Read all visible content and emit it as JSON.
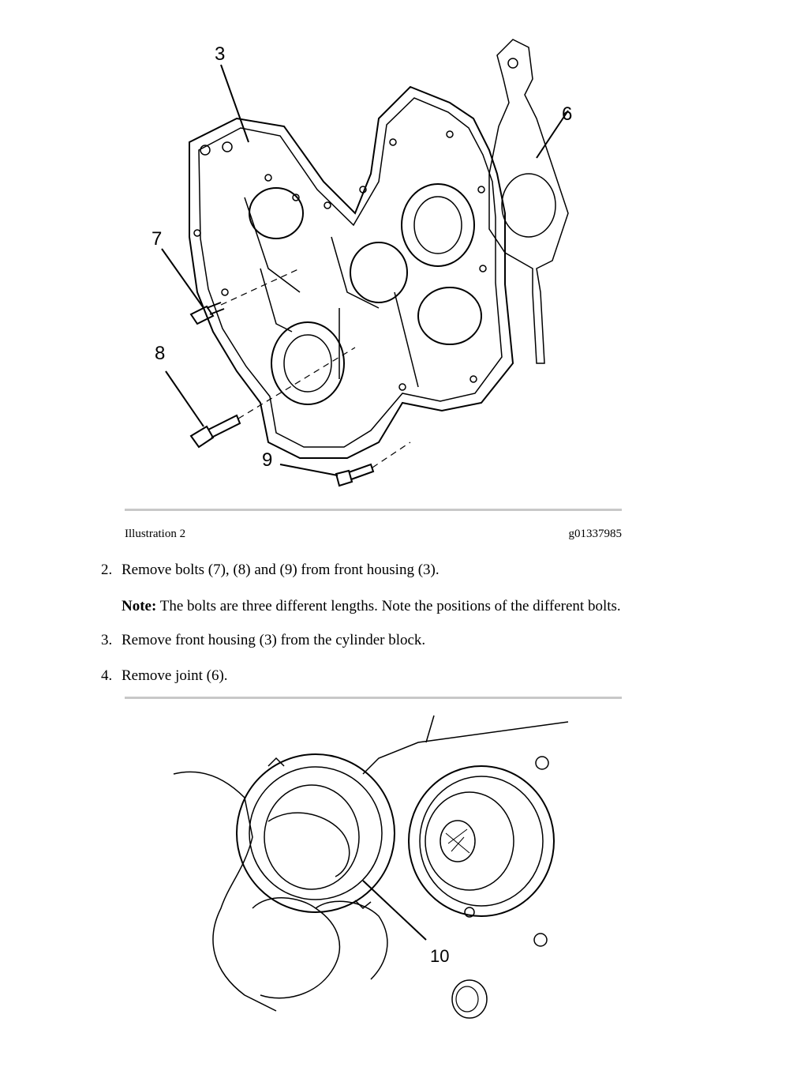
{
  "illustration_1": {
    "callouts": [
      "3",
      "6",
      "7",
      "8",
      "9"
    ],
    "caption_label": "Illustration 2",
    "caption_id": "g01337985"
  },
  "steps": [
    {
      "number": "2.",
      "text": "Remove bolts (7), (8) and (9) from front housing (3)."
    },
    {
      "number": "3.",
      "text": "Remove front housing (3) from the cylinder block."
    },
    {
      "number": "4.",
      "text": "Remove joint (6)."
    }
  ],
  "note": {
    "label": "Note:",
    "text": "The bolts are three different lengths. Note the positions of the different bolts."
  },
  "illustration_2": {
    "callouts": [
      "10"
    ]
  }
}
